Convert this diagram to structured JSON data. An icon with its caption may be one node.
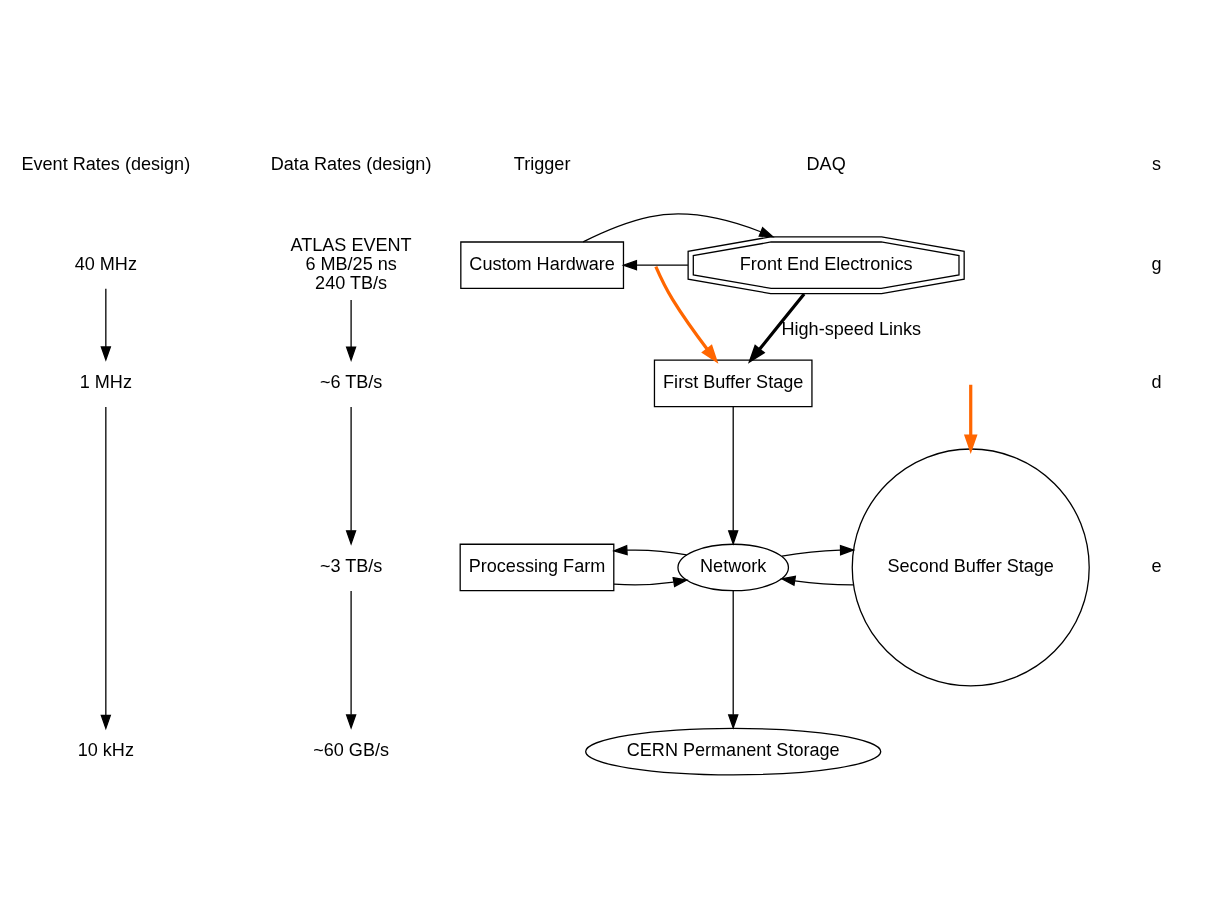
{
  "diagram": {
    "nodes": [
      {
        "text": [
          "40 MHz"
        ]
      },
      {
        "text": [
          "1 MHz"
        ]
      },
      {
        "text": [
          "10 kHz"
        ]
      },
      {
        "text": [
          "ATLAS EVENT",
          "6 MB/25 ns",
          "240 TB/s"
        ]
      },
      {
        "text": [
          "~6 TB/s"
        ]
      },
      {
        "text": [
          "~3 TB/s"
        ]
      },
      {
        "text": [
          "~60 GB/s"
        ]
      },
      {
        "text": [
          "Custom Hardware"
        ]
      },
      {
        "text": [
          "Front End Electronics"
        ]
      },
      {
        "text": [
          "First Buffer Stage"
        ]
      },
      {
        "text": [
          "Processing Farm"
        ]
      },
      {
        "text": [
          "Network"
        ]
      },
      {
        "text": [
          "Second Buffer Stage"
        ]
      },
      {
        "text": [
          "CERN Permanent Storage"
        ]
      }
    ],
    "edges": [
      {
        "from": 0,
        "to": 1,
        "arrow": "to"
      },
      {
        "from": 1,
        "to": 2,
        "arrow": "to"
      },
      {
        "from": 3,
        "to": 4,
        "arrow": "to"
      },
      {
        "from": 4,
        "to": 5,
        "arrow": "to"
      },
      {
        "from": 5,
        "to": 6,
        "arrow": "to"
      },
      {
        "from": 7,
        "to": 8,
        "arrow": "to"
      },
      {
        "from": 8,
        "to": 7,
        "arrow": "to"
      },
      {
        "from": 8,
        "to": 9,
        "arrow": "to",
        "label": "High-speed Links",
        "style": "thick"
      },
      {
        "from": 9,
        "to": 11,
        "arrow": "to"
      },
      {
        "from": 10,
        "to": 11,
        "arrow": "to"
      },
      {
        "from": 11,
        "to": 10,
        "arrow": "to"
      },
      {
        "from": 12,
        "to": 11,
        "arrow": "to"
      },
      {
        "from": 11,
        "to": 12,
        "arrow": "to"
      },
      {
        "from": 11,
        "to": 13,
        "arrow": "to"
      },
      {
        "from": null,
        "to": 9,
        "arrow": "to",
        "style": "thick",
        "color": "#ff6600"
      },
      {
        "from": null,
        "to": 12,
        "arrow": "to",
        "style": "thick",
        "color": "#ff6600"
      }
    ],
    "labels": [
      "s",
      "Event Rates (design)",
      "Data Rates (design)",
      "Trigger",
      "DAQ",
      "g",
      "d",
      "e"
    ]
  }
}
